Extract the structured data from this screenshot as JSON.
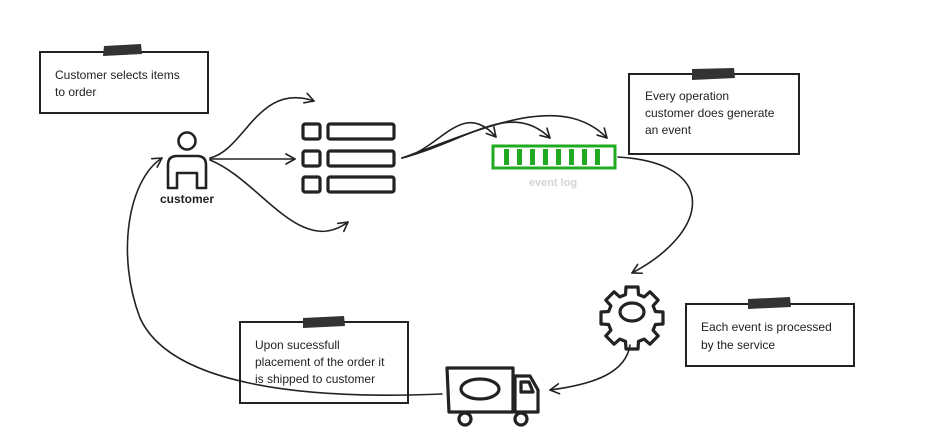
{
  "notes": {
    "customer_note": {
      "lines": [
        "Customer selects items",
        "to order"
      ]
    },
    "event_note": {
      "lines": [
        "Every operation",
        "customer does generate",
        "an event"
      ]
    },
    "process_note": {
      "lines": [
        "Each event is processed",
        "by the service"
      ]
    },
    "ship_note": {
      "lines": [
        "Upon sucessfull",
        "placement of the order it",
        "is shipped to customer"
      ]
    }
  },
  "labels": {
    "customer": "customer",
    "event_log": "event log"
  },
  "icons": {
    "customer": "person-icon",
    "order_list": "list-icon",
    "event_log": "event-log-icon",
    "service": "gear-icon",
    "truck": "truck-icon"
  },
  "colors": {
    "ink": "#222222",
    "event_log_green": "#1faa1f",
    "event_log_label": "#d4d4d4"
  }
}
